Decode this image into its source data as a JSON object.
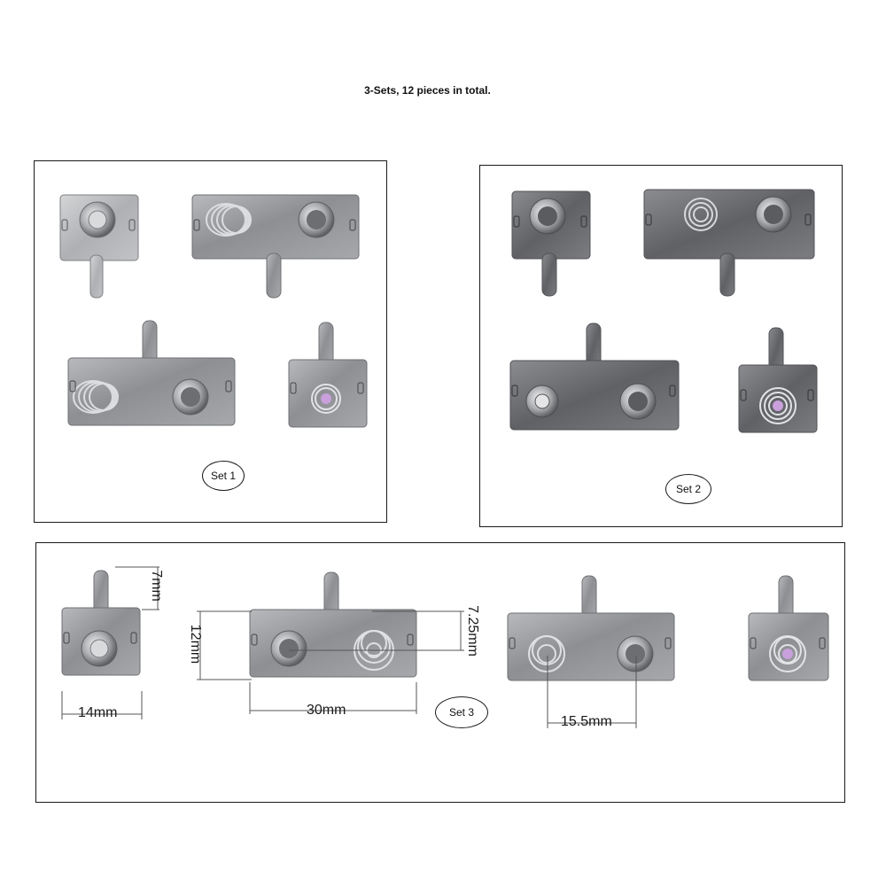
{
  "header": {
    "title": "3-Sets, 12 pieces in total."
  },
  "sets": [
    {
      "label": "Set 1"
    },
    {
      "label": "Set 2"
    },
    {
      "label": "Set 3"
    }
  ],
  "dimensions": {
    "tab_height": "7mm",
    "plate_height": "12mm",
    "single_width": "14mm",
    "double_width": "30mm",
    "spring_offset": "7.25mm",
    "contact_spacing": "15.5mm"
  },
  "colors": {
    "metal_light": "#c9cacc",
    "metal_mid": "#9a9c9f",
    "metal_dark": "#6e7073",
    "border": "#1a1a1a",
    "contact_purple": "#c9a0dc"
  }
}
